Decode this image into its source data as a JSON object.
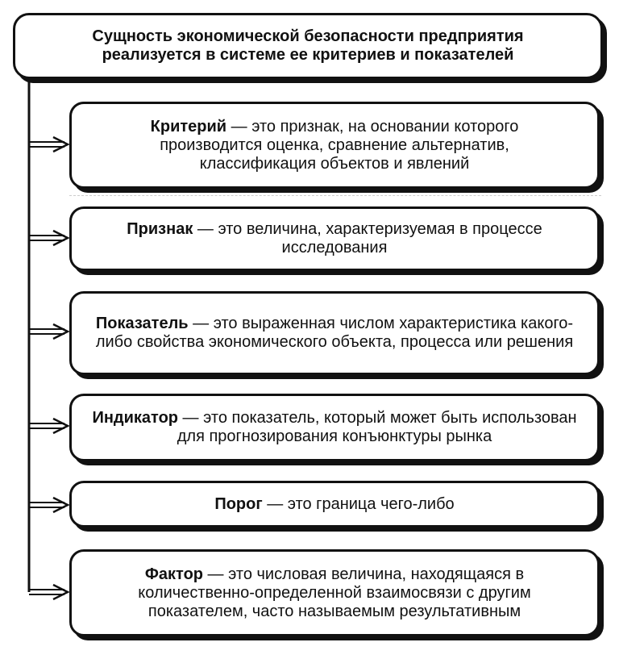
{
  "header": {
    "line1": "Сущность экономической безопасности предприятия",
    "line2": "реализуется в системе ее критериев и показателей"
  },
  "items": [
    {
      "term": "Критерий",
      "sep": " — ",
      "definition": "это признак, на основании которого производится оценка, сравнение альтернатив, классификация объектов и явлений"
    },
    {
      "term": "Признак",
      "sep": " — ",
      "definition": "это величина, характеризуемая в процессе исследования"
    },
    {
      "term": "Показатель",
      "sep": " — ",
      "definition": "это выраженная числом характеристика какого-либо свойства экономического объекта, процесса или решения"
    },
    {
      "term": "Индикатор",
      "sep": " — ",
      "definition": "это показатель, который может быть использован для прогнозирования конъюнктуры рынка"
    },
    {
      "term": "Порог",
      "sep": " — ",
      "definition": "это граница чего-либо"
    },
    {
      "term": "Фактор",
      "sep": " — ",
      "definition": "это числовая величина, находящаяся в количественно-определенной взаимосвязи с другим показателем, часто называемым результативным"
    }
  ]
}
